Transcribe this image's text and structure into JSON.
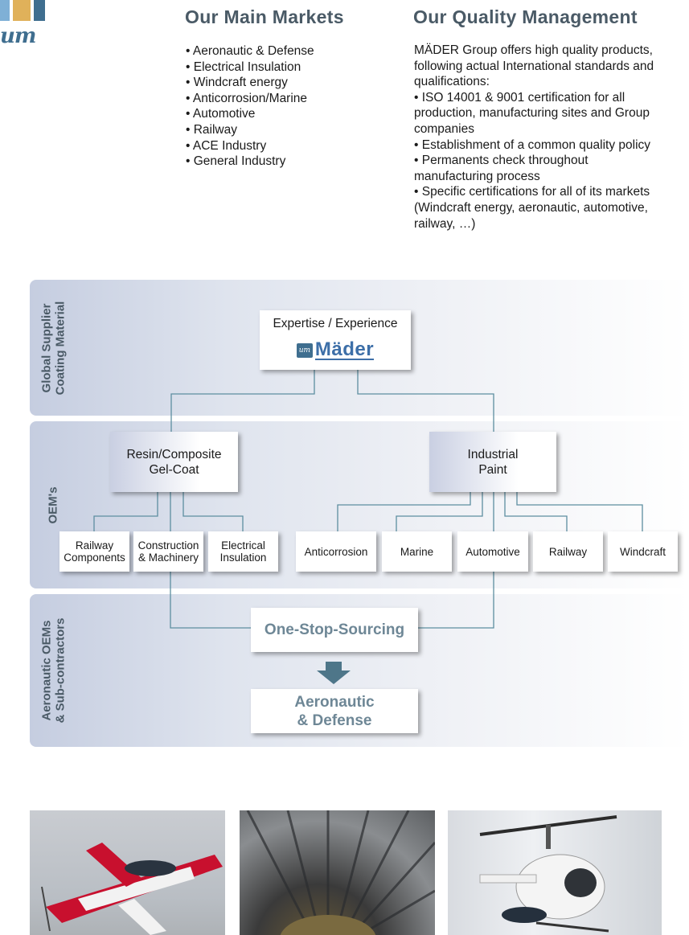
{
  "markets": {
    "title": "Our Main Markets",
    "items": [
      "Aeronautic & Defense",
      "Electrical Insulation",
      "Windcraft energy",
      "Anticorrosion/Marine",
      "Automotive",
      "Railway",
      "ACE Industry",
      "General Industry"
    ]
  },
  "quality": {
    "title": "Our Quality Management",
    "intro": "MÄDER Group offers high quality products, following actual International standards and qualifications:",
    "bullets": [
      "ISO 14001 & 9001 certification for all production, manufacturing sites and Group companies",
      "Establishment of a common quality policy",
      "Permanents check throughout manufacturing process",
      "Specific certifications for all of its markets (Windcraft energy, aeronautic, automotive, railway, …)"
    ]
  },
  "diagram": {
    "band1_label": [
      "Global Supplier",
      "Coating Material"
    ],
    "band2_label": "OEM's",
    "band3_label": [
      "Aeronautic OEMs",
      "& Sub-contractors"
    ],
    "expertise": "Expertise / Experience",
    "logo_word": "Mäder",
    "logo_mark": "um",
    "resin": [
      "Resin/Composite",
      "Gel-Coat"
    ],
    "paint": [
      "Industrial",
      "Paint"
    ],
    "leaves": {
      "railway_components": [
        "Railway",
        "Components"
      ],
      "construction": [
        "Construction",
        "& Machinery"
      ],
      "electrical": [
        "Electrical",
        "Insulation"
      ],
      "anticorrosion": "Anticorrosion",
      "marine": "Marine",
      "automotive": "Automotive",
      "railway": "Railway",
      "windcraft": "Windcraft"
    },
    "one_stop": "One-Stop-Sourcing",
    "aero": [
      "Aeronautic",
      "& Defense"
    ]
  },
  "colors": {
    "title": "#4a5a66",
    "accent": "#6e8796",
    "line": "#5d8ea0",
    "arrow": "#4e7689"
  },
  "logo": {
    "text": "um"
  }
}
